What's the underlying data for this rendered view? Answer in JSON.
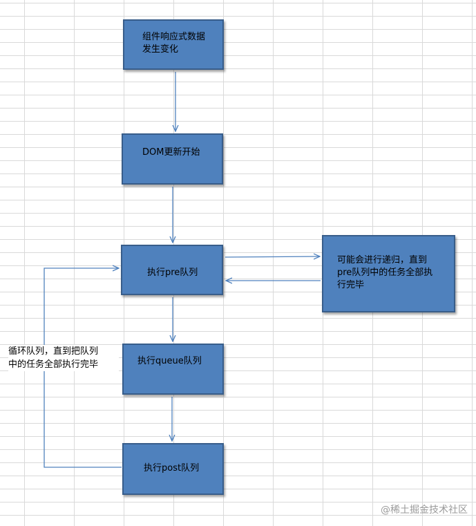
{
  "nodes": {
    "component_change": [
      "组件响应式数据",
      "发生变化"
    ],
    "dom_update_start": [
      "DOM更新开始"
    ],
    "run_pre_queue": [
      "执行pre队列"
    ],
    "recursion_note": [
      "可能会进行递归，直到",
      "pre队列中的任务全部执",
      "行完毕"
    ],
    "run_queue": [
      "执行queue队列"
    ],
    "run_post_queue": [
      "执行post队列"
    ]
  },
  "loop_label": [
    "循环队列，直到把队列",
    "中的任务全部执行完毕"
  ],
  "watermark": "@稀土掘金技术社区",
  "colors": {
    "box_fill": "#4f81bd",
    "box_border": "#385d8a",
    "arrow": "#4f81bd",
    "grid": "#d9d9d9"
  }
}
